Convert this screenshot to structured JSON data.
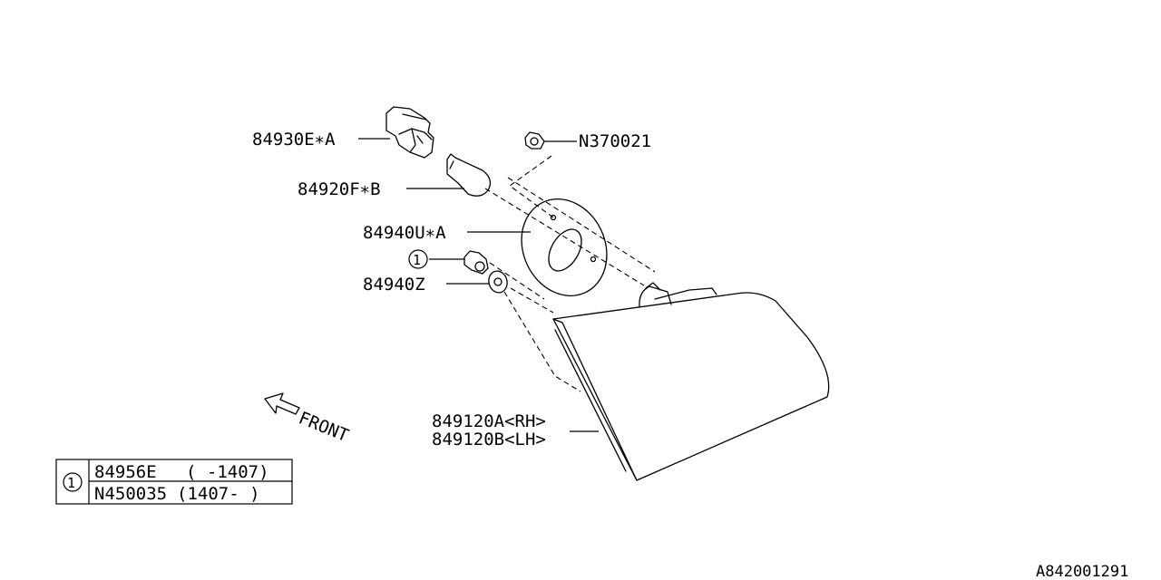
{
  "callouts": {
    "socket": "84930E∗A",
    "bulb": "84920F∗B",
    "gasket": "84940U∗A",
    "ref_one": "1",
    "grommet": "84940Z",
    "nut": "N370021",
    "lamp_rh": "849120A<RH>",
    "lamp_lh": "849120B<LH>"
  },
  "front_label": "FRONT",
  "legend": {
    "ref": "1",
    "rows": [
      {
        "part": "84956E",
        "range": "(  -1407)"
      },
      {
        "part": "N450035",
        "range": "(1407-  )"
      }
    ]
  },
  "diagram_code": "A842001291"
}
